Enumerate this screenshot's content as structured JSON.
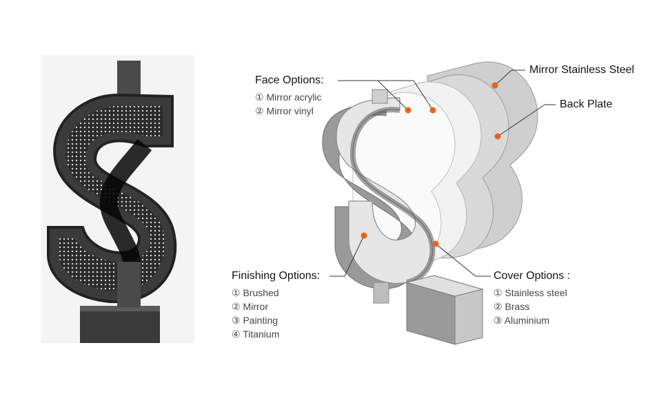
{
  "labels": {
    "face": "Face Options:",
    "mirror_stainless": "Mirror Stainless Steel",
    "back_plate": "Back Plate",
    "finishing": "Finishing Options:",
    "cover": "Cover Options :"
  },
  "face_options": [
    "① Mirror acrylic",
    "② Mirror vinyl"
  ],
  "finishing_options": [
    "① Brushed",
    "② Mirror",
    "③ Painting",
    "④ Titanium"
  ],
  "cover_options": [
    "① Stainless steel",
    "② Brass",
    "③ Aluminium"
  ],
  "colors": {
    "dot": "#e8641e",
    "leader": "#333333"
  }
}
